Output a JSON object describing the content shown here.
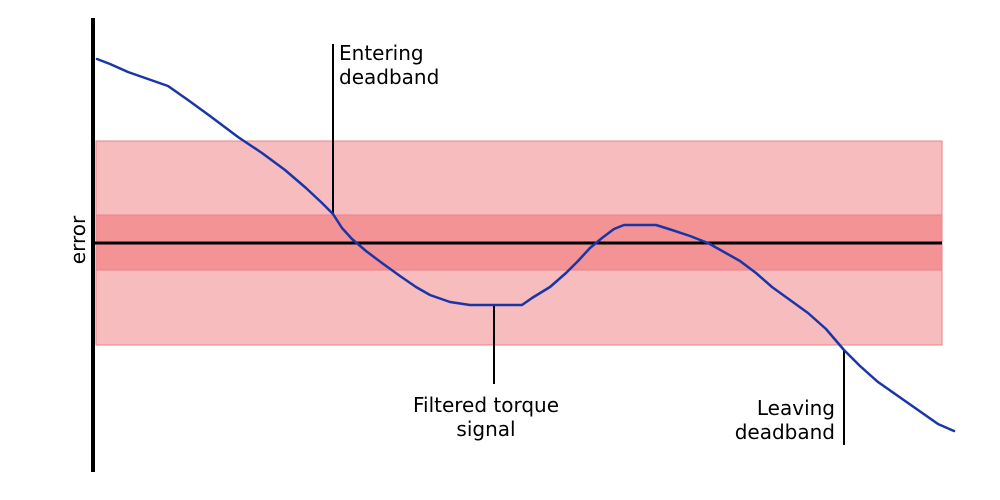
{
  "axis": {
    "ylabel": "error"
  },
  "bands": {
    "outer_color": "#f7bcbe",
    "inner_color": "#f39395",
    "border_color": "#ee8085"
  },
  "signal": {
    "color": "#1a35a8"
  },
  "annotations": {
    "entering": {
      "line1": "Entering",
      "line2": "deadband"
    },
    "filtered": {
      "line1": "Filtered torque",
      "line2": "signal"
    },
    "leaving": {
      "line1": "Leaving",
      "line2": "deadband"
    }
  }
}
